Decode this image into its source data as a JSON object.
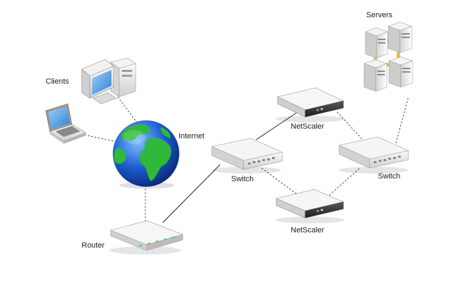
{
  "labels": {
    "clients": "Clients",
    "internet": "Internet",
    "router": "Router",
    "switch_left": "Switch",
    "switch_right": "Switch",
    "netscaler_top": "NetScaler",
    "netscaler_bottom": "NetScaler",
    "servers": "Servers"
  },
  "icons": {
    "desktop": "desktop-computer-icon",
    "laptop": "laptop-icon",
    "globe": "globe-icon",
    "router": "router-icon",
    "switch": "network-switch-icon",
    "netscaler": "netscaler-appliance-icon",
    "servers": "server-rack-icon"
  },
  "colors": {
    "globe_ocean": "#1f5fd6",
    "globe_land": "#2fb83a",
    "monitor_screen": "#4da3e8",
    "device_body": "#e6e6e6",
    "device_dark": "#2b2b2b",
    "led_green": "#3adf5a",
    "server_link": "#e3c24a"
  }
}
